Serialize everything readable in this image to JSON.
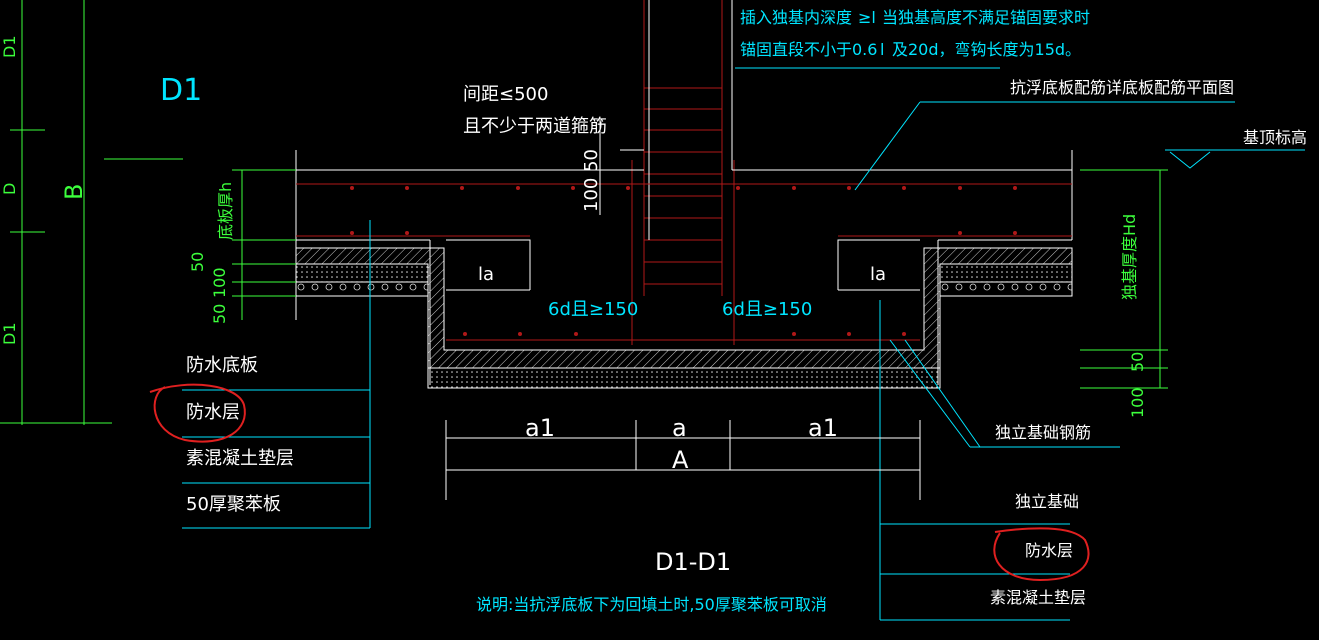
{
  "labels": {
    "d1": "D1",
    "d1_left_top": "D1",
    "d1_left_bottom": "D1",
    "b_left": "D",
    "b_big": "B",
    "spacing": "间距≤500",
    "stirrups": "且不少于两道箍筋",
    "insert_depth": "插入独基内深度",
    "ge_sign": "≥l",
    "anchor_note1": "当独基高度不满足锚固要求时",
    "anchor_note2": "锚固直段不小于0.6",
    "anchor_note3": "l",
    "anchor_note4": "及20d，弯钩长度为15d。",
    "slab_note": "抗浮底板配筋详底板配筋平面图",
    "top_elev": "基顶标高",
    "slab_thick": "底板厚h",
    "dim_50a": "50",
    "dim_100a": "100",
    "dim_50b": "50",
    "dim_100_50": "100 50",
    "la_left": "la",
    "la_right": "la",
    "hook_left": "6d且≥150",
    "hook_right": "6d且≥150",
    "found_thick": "独基厚度Hd",
    "dim_50c": "50",
    "dim_100c": "100",
    "a1_left": "a1",
    "a_mid": "a",
    "a1_right": "a1",
    "A": "A",
    "rebar": "独立基础钢筋",
    "section": "D1-D1",
    "note": "说明:当抗浮底板下为回填土时,50厚聚苯板可取消"
  },
  "legend_left": [
    "防水底板",
    "防水层",
    "素混凝土垫层",
    "50厚聚苯板"
  ],
  "legend_right": [
    "独立基础",
    "防水层",
    "素混凝土垫层"
  ],
  "colors": {
    "background": "#000000",
    "white_text": "#ffffff",
    "cyan": "#00e5ff",
    "green": "#3cff3c",
    "red": "#b01818",
    "highlight": "#e02020"
  }
}
